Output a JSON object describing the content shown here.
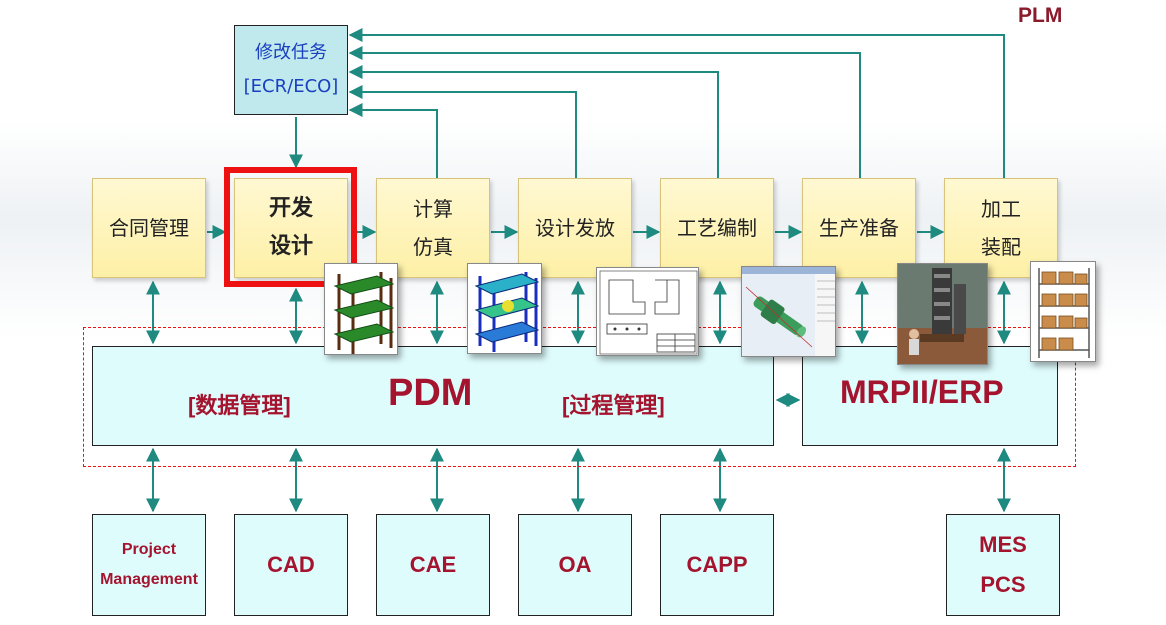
{
  "plm_label": "PLM",
  "change_task": {
    "line1": "修改任务",
    "line2": "[ECR/ECO]"
  },
  "process_steps": [
    {
      "lines": [
        "合同管理"
      ]
    },
    {
      "lines": [
        "开发",
        "设计"
      ]
    },
    {
      "lines": [
        "计算",
        "仿真"
      ]
    },
    {
      "lines": [
        "设计发放"
      ]
    },
    {
      "lines": [
        "工艺编制"
      ]
    },
    {
      "lines": [
        "生产准备"
      ]
    },
    {
      "lines": [
        "加工",
        "装配"
      ]
    }
  ],
  "pdm": {
    "title": "PDM",
    "data_mgmt": "[数据管理]",
    "process_mgmt": "[过程管理]"
  },
  "erp": {
    "title": "MRPII/ERP"
  },
  "systems": [
    {
      "lines": [
        "Project",
        "Management"
      ]
    },
    {
      "lines": [
        "CAD"
      ]
    },
    {
      "lines": [
        "CAE"
      ]
    },
    {
      "lines": [
        "OA"
      ]
    },
    {
      "lines": [
        "CAPP"
      ]
    },
    {
      "lines": [
        "MES",
        "PCS"
      ]
    }
  ],
  "colors": {
    "arrow": "#1f8a80",
    "accent_red": "#a5142e",
    "highlight": "#ee1111",
    "ecr_text": "#1a3fc0"
  },
  "icons": {
    "thumbnail_1": "green-shelf-model-image",
    "thumbnail_2": "fea-shelf-simulation-image",
    "thumbnail_3": "engineering-drawing-image",
    "thumbnail_4": "cam-software-screenshot-image",
    "thumbnail_5": "factory-machine-photo-image",
    "thumbnail_6": "assembled-shelving-photo-image"
  }
}
